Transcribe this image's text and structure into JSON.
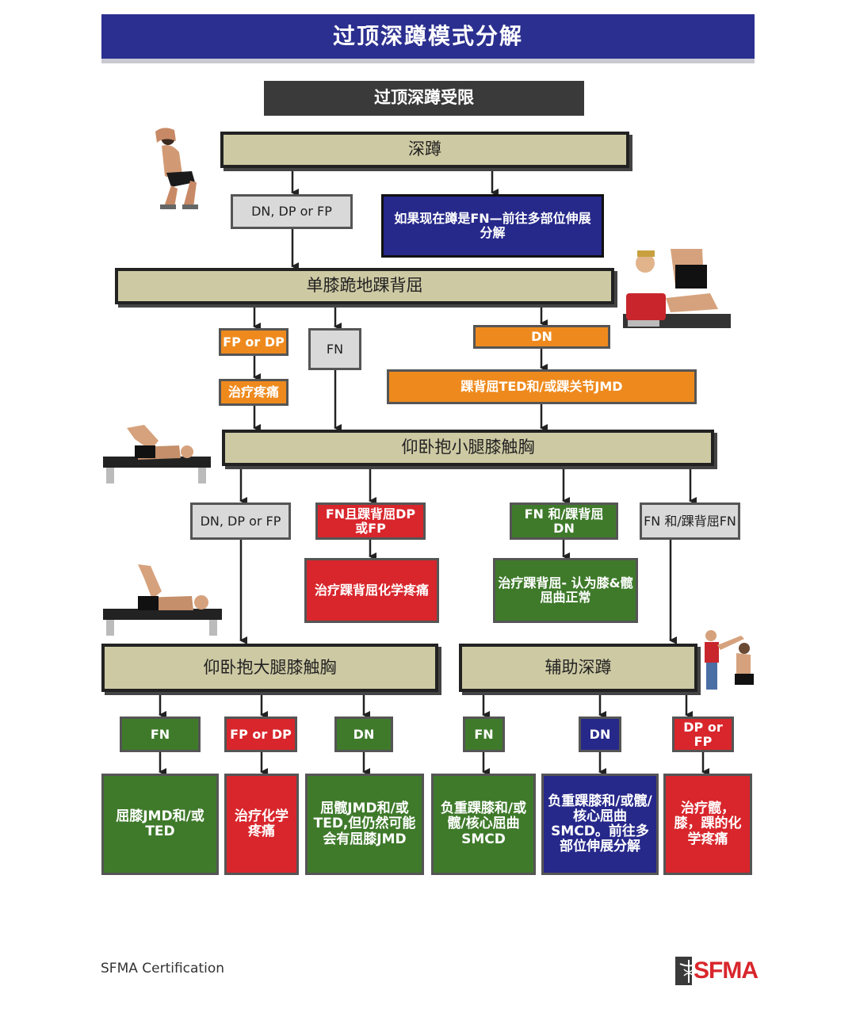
{
  "header": {
    "title": "过顶深蹲模式分解"
  },
  "nodes": {
    "limited": "过顶深蹲受限",
    "deep_squat": "深蹲",
    "dn_dp_fp_1": "DN, DP or FP",
    "fn_redirect": "如果现在蹲是FN—前往多部位伸展分解",
    "half_kneel": "单膝跪地踝背屈",
    "fp_or_dp_1": "FP or DP",
    "fn_1": "FN",
    "dn_1": "DN",
    "treat_pain_1": "治疗疼痛",
    "ankle_ted_jmd": "踝背屈TED和/或踝关节JMD",
    "supine_shin": "仰卧抱小腿膝触胸",
    "dn_dp_fp_2": "DN, DP or FP",
    "fn_ankle_dp_fp": "FN且踝背屈DP或FP",
    "fn_ankle_dn": "FN 和/踝背屈DN",
    "fn_ankle_fn": "FN 和/踝背屈FN",
    "treat_ankle_chem": "治疗踝背屈化学疼痛",
    "treat_ankle_ok": "治疗踝背屈- 认为膝&髋屈曲正常",
    "supine_thigh": "仰卧抱大腿膝触胸",
    "assisted_squat": "辅助深蹲",
    "fn_2": "FN",
    "fp_or_dp_2": "FP or DP",
    "dn_2": "DN",
    "fn_3": "FN",
    "dn_3": "DN",
    "dp_or_fp": "DP or FP",
    "knee_jmd_ted": "屈膝JMD和/或TED",
    "treat_chem_pain": "治疗化学疼痛",
    "hip_jmd_ted": "屈髋JMD和/或TED,但仍然可能会有屈膝JMD",
    "weighted_smcd": "负重踝膝和/或髋/核心屈曲SMCD",
    "weighted_smcd_ext": "负重踝膝和/或髋/核心屈曲SMCD。前往多部位伸展分解",
    "treat_hip_knee_ankle": "治疗髋，膝，踝的化学疼痛"
  },
  "footer": {
    "certification": "SFMA Certification",
    "logo_text": "SFMA"
  },
  "colors": {
    "title_bar": "#2b2f8f",
    "tan": "#cdc9a3",
    "orange": "#ee8a1d",
    "red": "#d8262c",
    "green": "#3f7a2b",
    "navy": "#26288a",
    "gray": "#d9d9d9"
  },
  "photos": [
    "overhead-squat-photo",
    "half-kneel-test-photo",
    "supine-shin-hug-photo",
    "supine-thigh-hug-photo",
    "assisted-squat-photo"
  ]
}
